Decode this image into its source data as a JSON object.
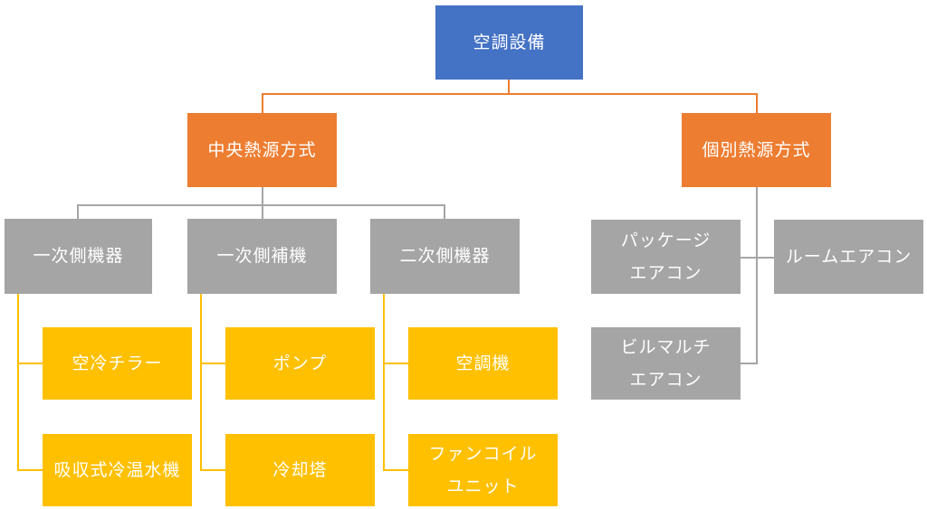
{
  "diagram": {
    "root": {
      "label": "空調設備",
      "color": "#4472C4"
    },
    "central": {
      "label": "中央熱源方式",
      "color": "#ED7D31",
      "groups": [
        {
          "label": "一次側機器",
          "items": [
            "空冷チラー",
            "吸収式冷温水機"
          ]
        },
        {
          "label": "一次側補機",
          "items": [
            "ポンプ",
            "冷却塔"
          ]
        },
        {
          "label": "二次側機器",
          "items": [
            "空調機",
            [
              "ファンコイル",
              "ユニット"
            ]
          ]
        }
      ]
    },
    "individual": {
      "label": "個別熱源方式",
      "color": "#ED7D31",
      "items": [
        [
          "パッケージ",
          "エアコン"
        ],
        [
          "ルームエアコン"
        ],
        [
          "ビルマルチ",
          "エアコン"
        ]
      ]
    },
    "colors": {
      "group": "#A5A5A5",
      "leaf": "#FFC000",
      "orange_line": "#ED7D31",
      "gray_line": "#A5A5A5",
      "yellow_line": "#FFC000"
    }
  }
}
